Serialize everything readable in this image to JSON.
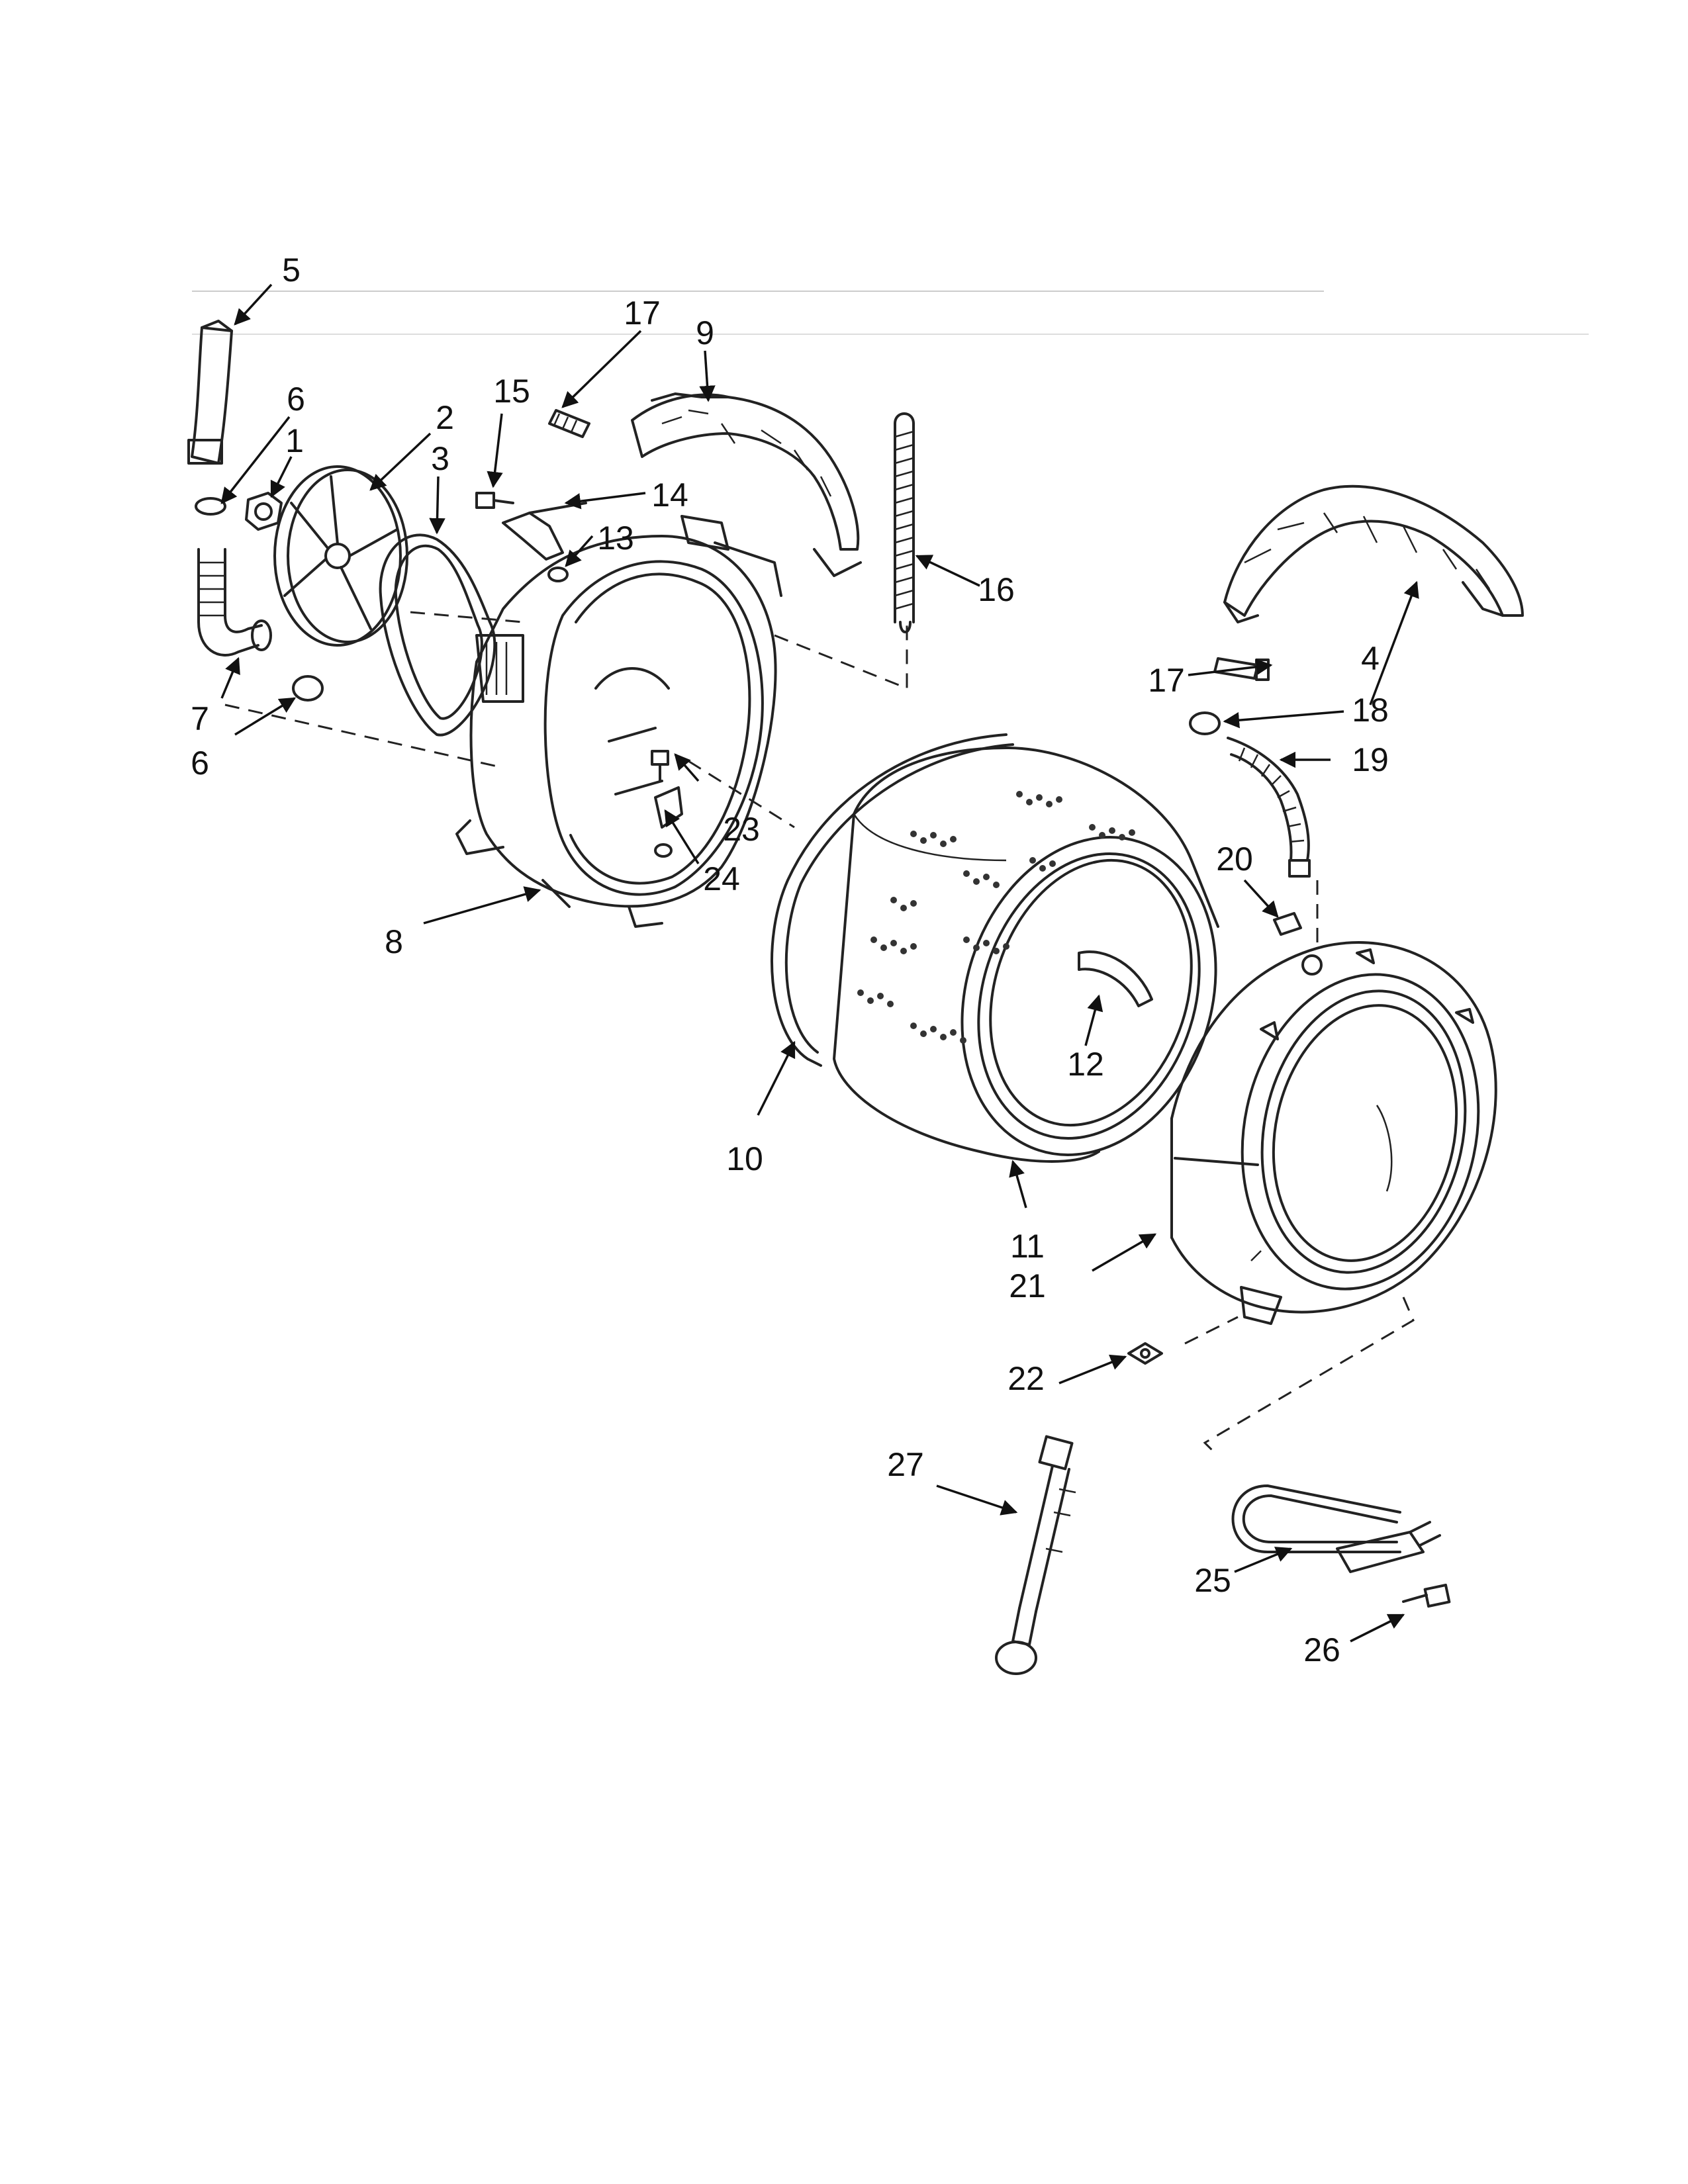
{
  "labels": {
    "p1": "1",
    "p2": "2",
    "p3": "3",
    "p4": "4",
    "p5": "5",
    "p6a": "6",
    "p6b": "6",
    "p7": "7",
    "p8": "8",
    "p9": "9",
    "p10": "10",
    "p11": "11",
    "p12": "12",
    "p13": "13",
    "p14": "14",
    "p15": "15",
    "p16": "16",
    "p17a": "17",
    "p17b": "17",
    "p18": "18",
    "p19": "19",
    "p20": "20",
    "p21": "21",
    "p22": "22",
    "p23": "23",
    "p24": "24",
    "p25": "25",
    "p26": "26",
    "p27": "27"
  }
}
